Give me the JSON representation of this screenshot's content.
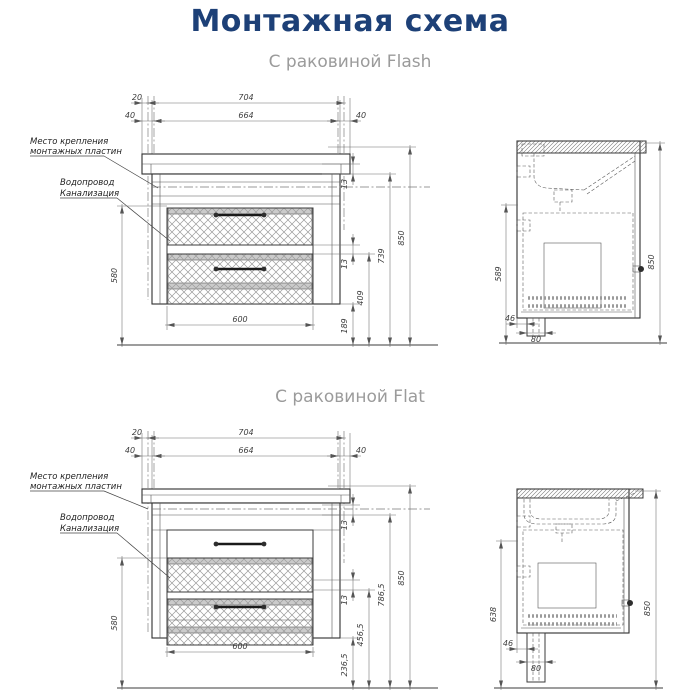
{
  "page": {
    "title": "Монтажная схема"
  },
  "sections": [
    {
      "subtitle": "С раковиной Flash",
      "labels": {
        "mounting_line1": "Место крепления",
        "mounting_line2": "монтажных пластин",
        "plumbing_line1": "Водопровод",
        "plumbing_line2": "Канализация"
      },
      "front_dims": {
        "offset20": "20",
        "width704": "704",
        "offset40l": "40",
        "width664": "664",
        "offset40r": "40",
        "height580": "580",
        "width600": "600",
        "gap13a": "13",
        "gap13b": "13",
        "h1": "189",
        "h2": "409",
        "h3": "739",
        "h4": "850"
      },
      "side_dims": {
        "height_left": "589",
        "foot46": "46",
        "foot80": "80",
        "height850": "850"
      }
    },
    {
      "subtitle": "С раковиной Flat",
      "labels": {
        "mounting_line1": "Место крепления",
        "mounting_line2": "монтажных пластин",
        "plumbing_line1": "Водопровод",
        "plumbing_line2": "Канализация"
      },
      "front_dims": {
        "offset20": "20",
        "width704": "704",
        "offset40l": "40",
        "width664": "664",
        "offset40r": "40",
        "height580": "580",
        "width600": "600",
        "gap13a": "13",
        "gap13b": "13",
        "h1": "236,5",
        "h2": "456,5",
        "h3": "786,5",
        "h4": "850"
      },
      "side_dims": {
        "height_left": "638",
        "foot46": "46",
        "foot80": "80",
        "height850": "850"
      }
    }
  ]
}
